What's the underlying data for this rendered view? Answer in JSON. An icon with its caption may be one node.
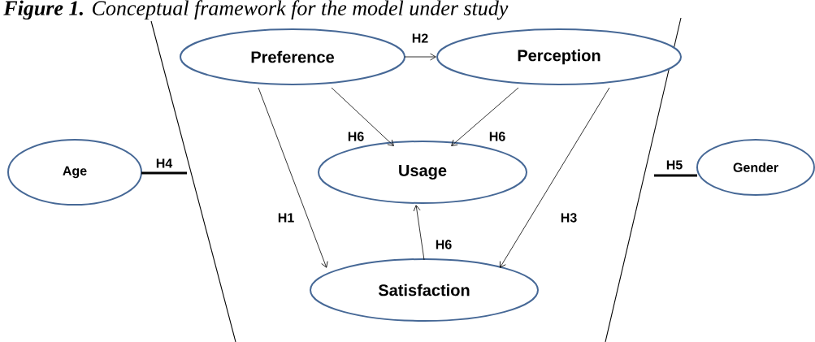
{
  "diagram": {
    "title": "**Figure 1.** Conceptual framework for the model under study",
    "nodes": [
      {
        "text": [
          "Preference"
        ]
      },
      {
        "text": [
          "Perception"
        ]
      },
      {
        "text": [
          "Age"
        ]
      },
      {
        "text": [
          "Usage"
        ]
      },
      {
        "text": [
          "Gender"
        ]
      },
      {
        "text": [
          "Satisfaction"
        ]
      }
    ],
    "edges": [
      {
        "from": 0,
        "to": 1,
        "arrow": "to",
        "label": "H2"
      },
      {
        "from": 0,
        "to": 3,
        "arrow": "to",
        "label": "H6"
      },
      {
        "from": 1,
        "to": 3,
        "arrow": "to",
        "label": "H6"
      },
      {
        "from": 0,
        "to": 5,
        "arrow": "to",
        "label": "H1"
      },
      {
        "from": 1,
        "to": 5,
        "arrow": "to",
        "label": "H3"
      },
      {
        "from": 5,
        "to": 3,
        "arrow": "to",
        "label": "H6"
      },
      {
        "from": 2,
        "to": null,
        "arrow": "none",
        "label": "H4",
        "style": "thick"
      },
      {
        "from": null,
        "to": 4,
        "arrow": "none",
        "label": "H5",
        "style": "thick"
      }
    ]
  }
}
